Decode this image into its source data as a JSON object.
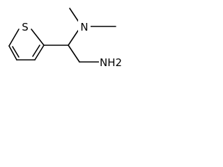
{
  "structure": {
    "atoms": {
      "sulfur": "S",
      "dimethylamino_nitrogen": "N",
      "amine": "NH2"
    }
  }
}
